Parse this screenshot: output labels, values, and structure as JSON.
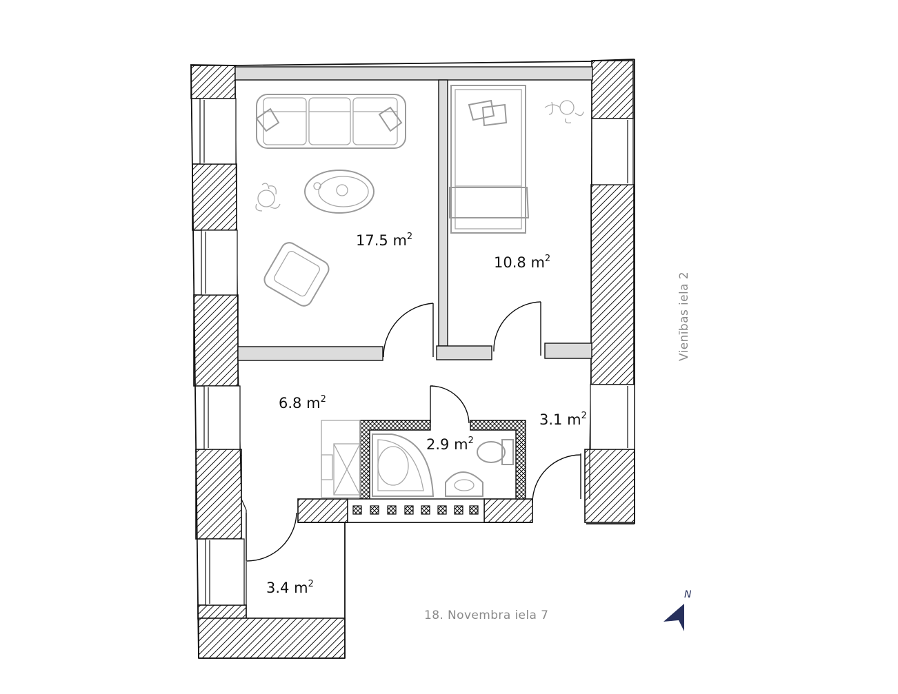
{
  "rooms": [
    {
      "id": "living-room",
      "area": "17.5",
      "unit": "m",
      "exp": "2"
    },
    {
      "id": "bedroom",
      "area": "10.8",
      "unit": "m",
      "exp": "2"
    },
    {
      "id": "hallway",
      "area": "6.8",
      "unit": "m",
      "exp": "2"
    },
    {
      "id": "bathroom",
      "area": "2.9",
      "unit": "m",
      "exp": "2"
    },
    {
      "id": "wc-corridor",
      "area": "3.1",
      "unit": "m",
      "exp": "2"
    },
    {
      "id": "entry",
      "area": "3.4",
      "unit": "m",
      "exp": "2"
    }
  ],
  "streets": {
    "right": "Vienības iela 2",
    "bottom": "18. Novembra iela 7"
  },
  "compass": {
    "label": "N",
    "color": "#27305c"
  },
  "colors": {
    "wall_line": "#111111",
    "furniture": "#9a9a9a",
    "partition_fill": "#dcdcdc",
    "street_text": "#8a8a8a"
  }
}
